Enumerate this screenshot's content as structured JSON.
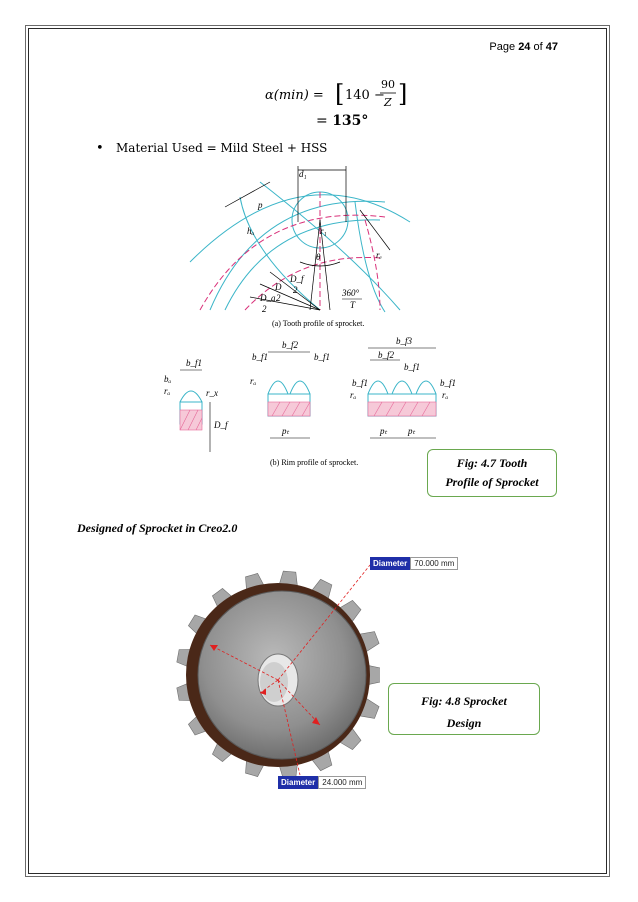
{
  "header": {
    "page_prefix": "Page",
    "page_current": "24",
    "page_of": "of",
    "page_total": "47"
  },
  "formula": {
    "lhs": "α(min) =",
    "open": "[",
    "term": "140 −",
    "numerator": "90",
    "denominator": "Z",
    "close": "]",
    "result_eq": "=",
    "result_value": "135°"
  },
  "bullet": {
    "symbol": "•",
    "text": "Material Used = Mild Steel + HSS"
  },
  "tooth_profile": {
    "caption_a": "(a) Tooth profile of sprocket.",
    "caption_b": "(b) Rim profile of sprocket.",
    "labels": {
      "d1": "d₁",
      "p": "p",
      "ha": "hₐ",
      "r1": "r₁",
      "theta": "θ",
      "re": "rₑ",
      "df_over_2_num": "D_f",
      "df_over_2_den": "2",
      "d_over_2_num": "D",
      "d_over_2_den": "2",
      "da_over_2_num": "D_a",
      "da_over_2_den": "2",
      "angle_num": "360°",
      "angle_den": "T",
      "bf1": "b_f1",
      "bf2": "b_f2",
      "bf3": "b_f3",
      "ba": "bₐ",
      "ra": "rₐ",
      "rx": "r_x",
      "pt": "pₜ",
      "df": "D_f"
    },
    "fig_label_line1": "Fig: 4.7 Tooth",
    "fig_label_line2": "Profile of Sprocket"
  },
  "design": {
    "heading": "Designed of Sprocket in Creo2.0",
    "dim_outer_label": "Diameter",
    "dim_outer_value": "70.000 mm",
    "dim_bore_label": "Diameter",
    "dim_bore_value": "24.000 mm",
    "fig_label_line1": "Fig: 4.8 Sprocket",
    "fig_label_line2": "Design"
  },
  "colors": {
    "cyan": "#3bb5c8",
    "magenta": "#d9317a",
    "hatch": "#e66a9a",
    "dim_red": "#e02020",
    "sprocket_face": "#8f8f8f",
    "sprocket_rim": "#5a2f1a",
    "fig_border": "#6aa84f"
  }
}
